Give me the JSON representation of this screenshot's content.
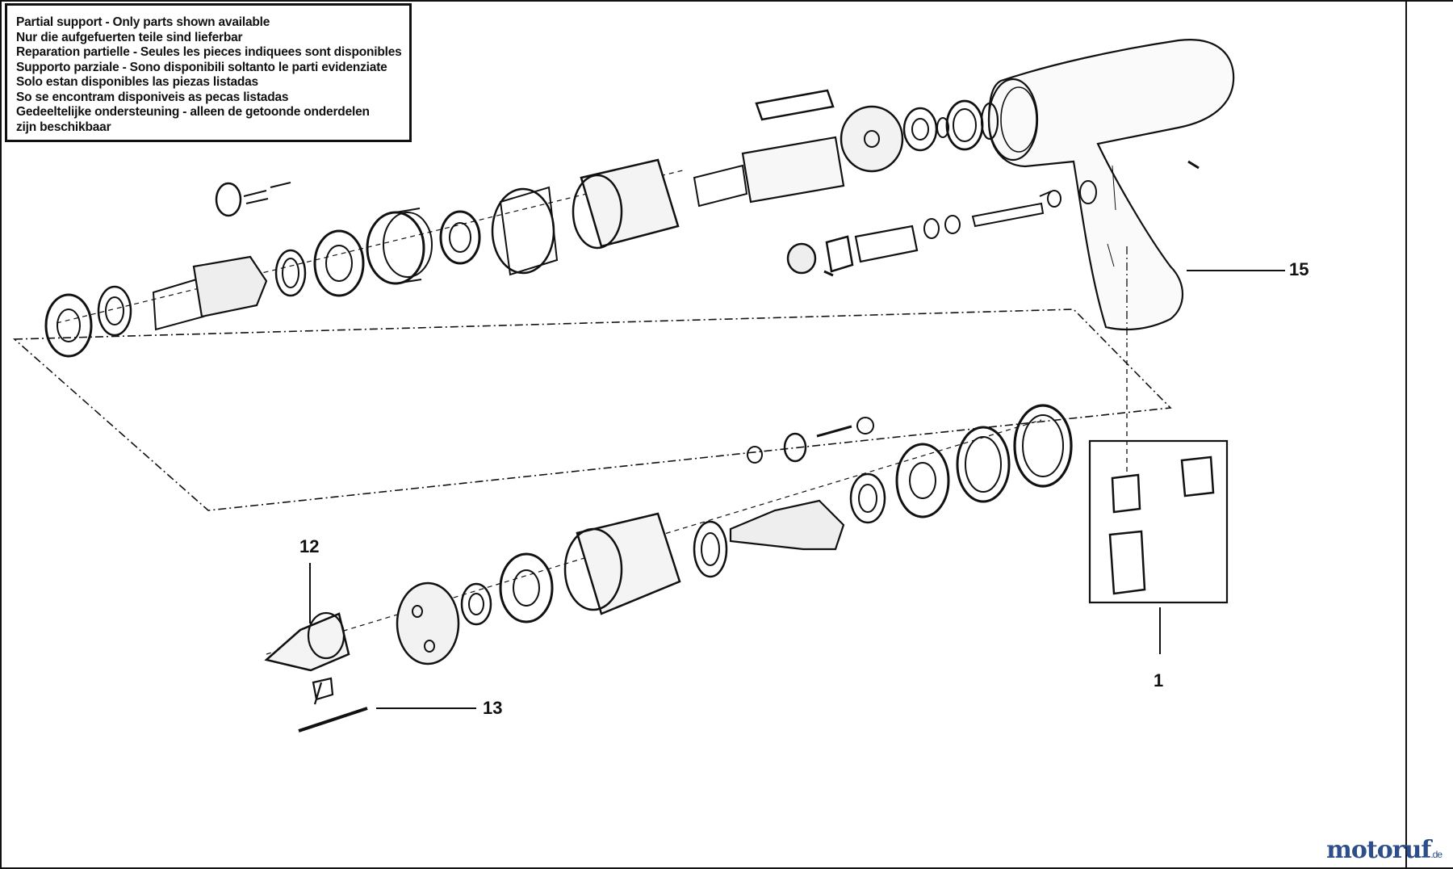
{
  "notice": {
    "lines": [
      "Partial support - Only parts shown available",
      "Nur die aufgefuerten teile sind lieferbar",
      "Reparation partielle - Seules les pieces indiquees sont disponibles",
      "Supporto parziale - Sono disponibili soltanto le parti evidenziate",
      "Solo estan disponibles las piezas listadas",
      "So se encontram disponiveis as pecas listadas",
      "Gedeeltelijke ondersteuning - alleen de getoonde onderdelen",
      "zijn beschikbaar"
    ]
  },
  "callouts": {
    "c15": "15",
    "c12": "12",
    "c13": "13",
    "c1": "1"
  },
  "watermark": {
    "text": "motoruf",
    "suffix": ".de",
    "colors": {
      "primary": "#2d4e8a",
      "accent": "#c8342b",
      "green": "#3a8a3a"
    }
  }
}
